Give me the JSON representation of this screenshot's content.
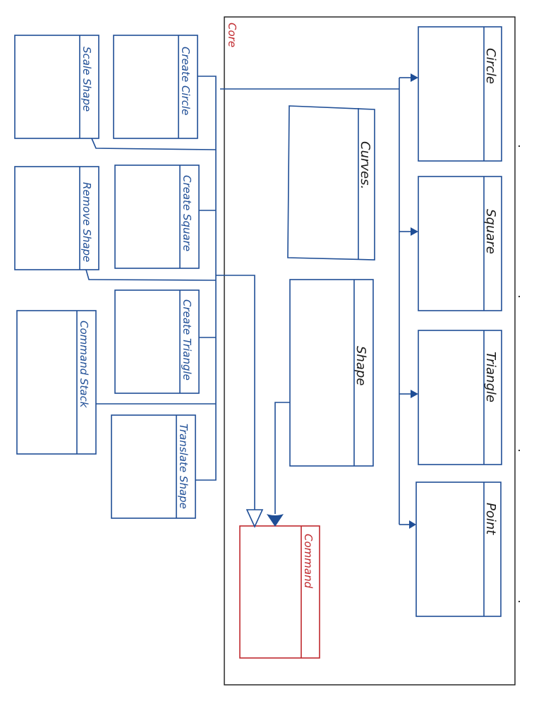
{
  "core_label": "Core",
  "classes": {
    "circle": "Circle",
    "square": "Square",
    "triangle": "Triangle",
    "point": "Point",
    "curves": "Curves.",
    "shape": "Shape",
    "command": "Command"
  },
  "commands": {
    "create_circle": "Create Circle",
    "create_square": "Create Square",
    "create_triangle": "Create Triangle",
    "translate_shape": "Translate Shape",
    "scale_shape": "Scale Shape",
    "remove_shape": "Remove Shape",
    "command_stack": "Command Stack"
  },
  "colors": {
    "ink_blue": "#1f4e96",
    "ink_red": "#c0282d",
    "frame_black": "#1a1a1a"
  }
}
